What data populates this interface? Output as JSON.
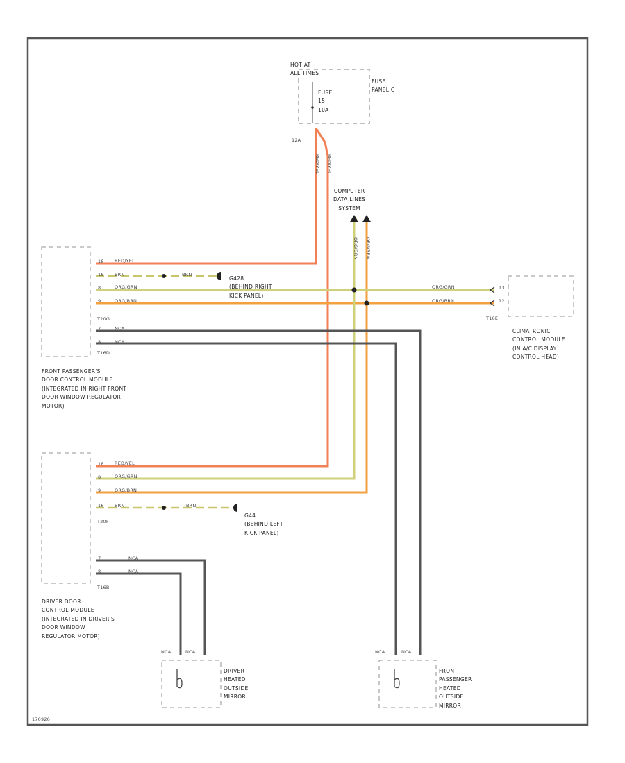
{
  "fuse": {
    "hot_label": "HOT AT\nALL TIMES",
    "panel_label": "FUSE\nPANEL C",
    "fuse_label": "FUSE\n15\n10A",
    "terminal": "12A"
  },
  "computer_data_lines": "COMPUTER\nDATA LINES\nSYSTEM",
  "ground_right": "G428\n(BEHIND RIGHT\nKICK PANEL)",
  "ground_left": "G44\n(BEHIND LEFT\nKICK PANEL)",
  "front_passenger_module": {
    "label": "FRONT PASSENGER'S\nDOOR CONTROL MODULE\n(INTEGRATED IN RIGHT FRONT\nDOOR WINDOW REGULATOR\nMOTOR)",
    "conn1": "T20G",
    "conn2": "T16D",
    "pins": [
      "18",
      "16",
      "8",
      "9",
      "7",
      "8"
    ]
  },
  "driver_module": {
    "label": "DRIVER DOOR\nCONTROL MODULE\n(INTEGRATED IN DRIVER'S\nDOOR WINDOW\nREGULATOR MOTOR)",
    "conn1": "T20F",
    "conn2": "T16B",
    "pins": [
      "18",
      "8",
      "9",
      "16",
      "7",
      "8"
    ]
  },
  "climatronic": {
    "label": "CLIMATRONIC\nCONTROL MODULE\n(IN A/C DISPLAY\nCONTROL HEAD)",
    "conn": "T16E",
    "pins": [
      "13",
      "12"
    ]
  },
  "driver_mirror": {
    "label": "DRIVER\nHEATED\nOUTSIDE\nMIRROR",
    "wires": [
      "NCA",
      "NCA"
    ]
  },
  "passenger_mirror": {
    "label": "FRONT\nPASSENGER\nHEATED\nOUTSIDE\nMIRROR",
    "wires": [
      "NCA",
      "NCA"
    ]
  },
  "wire_labels": {
    "red_yel": "RED/YEL",
    "brn": "BRN",
    "org_grn": "ORG/GRN",
    "org_brn": "ORG/BRN",
    "nca": "NCA"
  },
  "figure_id": "170926",
  "colors": {
    "red_yel": "#f28055",
    "org_grn": "#cfd07a",
    "org_brn": "#f2a040",
    "brn": "#c9c56a",
    "nca": "#555555"
  }
}
